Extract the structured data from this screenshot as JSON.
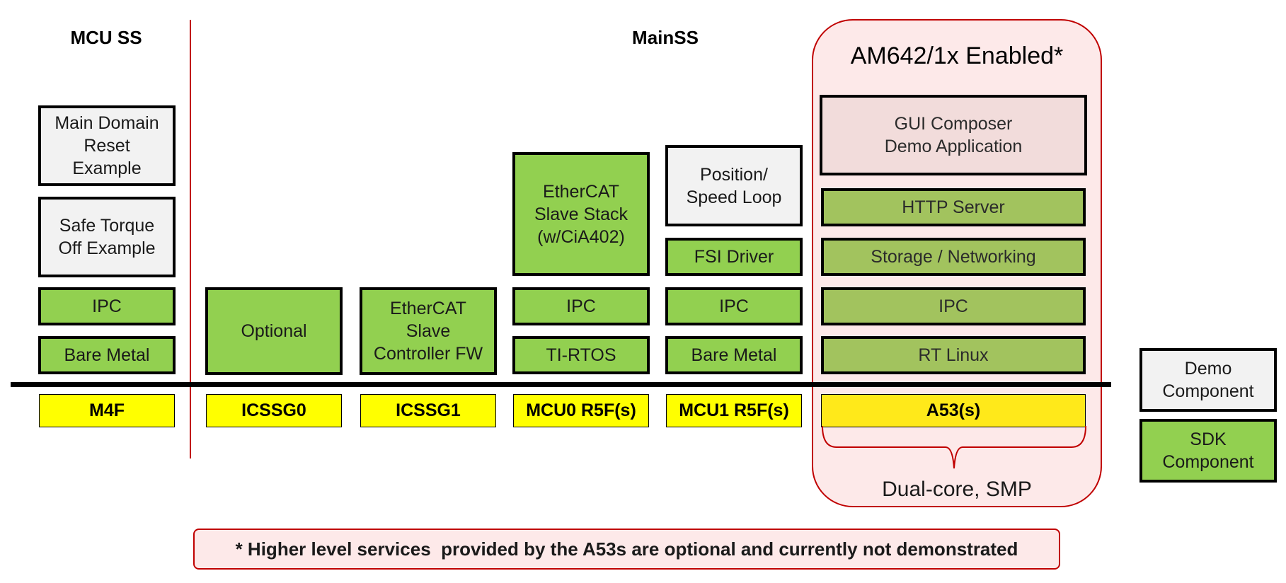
{
  "headings": {
    "mcu_ss": "MCU SS",
    "main_ss": "MainSS",
    "am_title": "AM642/1x Enabled*"
  },
  "mcu_ss_column": {
    "main_domain_reset": "Main Domain\nReset\nExample",
    "safe_torque_off": "Safe Torque\nOff Example",
    "ipc": "IPC",
    "bare_metal": "Bare Metal",
    "core": "M4F"
  },
  "icssg0_column": {
    "optional": "Optional",
    "core": "ICSSG0"
  },
  "icssg1_column": {
    "ethercat_slave_controller": "EtherCAT\nSlave\nController FW",
    "core": "ICSSG1"
  },
  "mcu0_column": {
    "ethercat_slave_stack": "EtherCAT\nSlave Stack\n(w/CiA402)",
    "ipc": "IPC",
    "ti_rtos": "TI-RTOS",
    "core": "MCU0 R5F(s)"
  },
  "mcu1_column": {
    "position_speed_loop": "Position/\nSpeed Loop",
    "fsi_driver": "FSI Driver",
    "ipc": "IPC",
    "bare_metal": "Bare Metal",
    "core": "MCU1 R5F(s)"
  },
  "a53_column": {
    "gui_composer": "GUI Composer\nDemo Application",
    "http_server": "HTTP Server",
    "storage_networking": "Storage / Networking",
    "ipc": "IPC",
    "rt_linux": "RT Linux",
    "core": "A53(s)",
    "dual_core_note": "Dual-core, SMP"
  },
  "legend": {
    "demo_component": "Demo\nComponent",
    "sdk_component": "SDK\nComponent"
  },
  "footnote": "* Higher level services  provided by the A53s are optional and currently not demonstrated",
  "colors": {
    "demo_fill": "#f2f2f2",
    "sdk_fill": "#92d050",
    "core_fill": "#ffff00",
    "accent_red": "#c00000",
    "enabled_region_fill": "#fde9e9"
  }
}
